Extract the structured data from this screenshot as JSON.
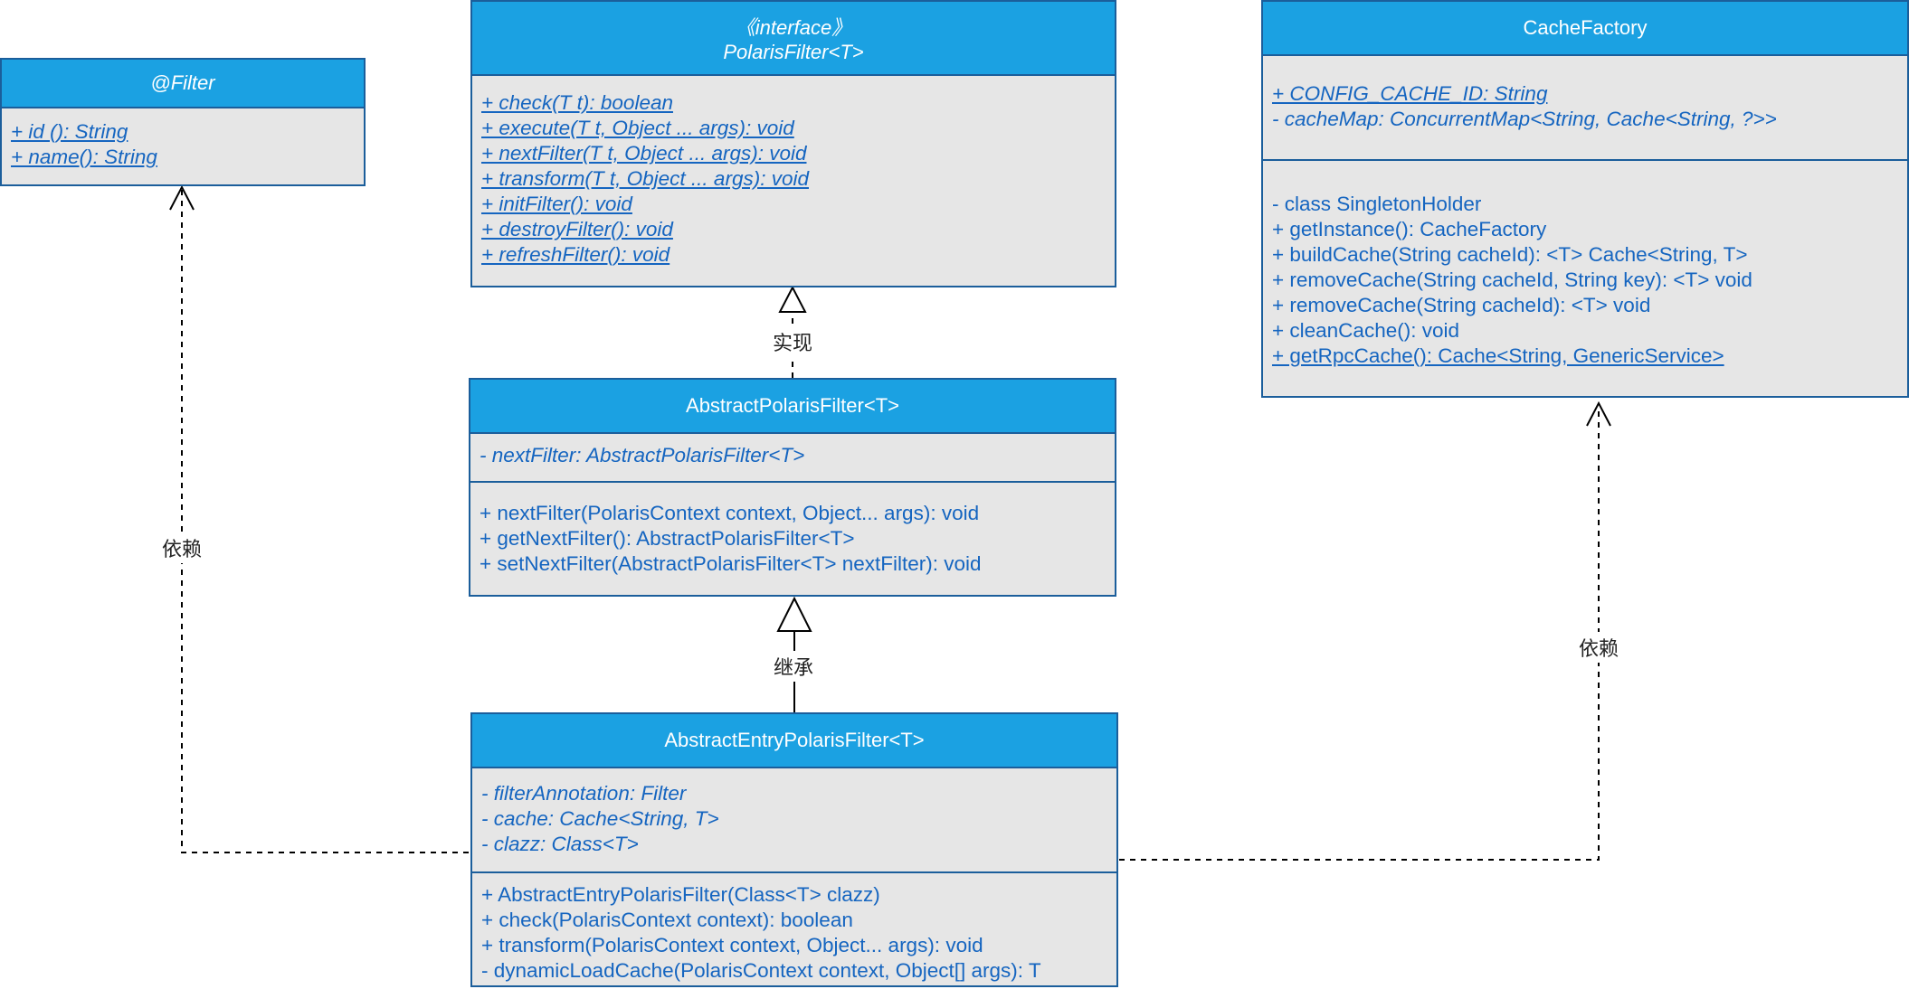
{
  "classes": {
    "filter": {
      "name": "@Filter",
      "methods": [
        "+ id (): String",
        "+ name(): String"
      ]
    },
    "polaris_filter": {
      "stereotype": "《interface》",
      "name": "PolarisFilter<T>",
      "methods": [
        "+ check(T t): boolean",
        "+ execute(T t, Object ... args): void",
        "+ nextFilter(T t, Object ... args): void",
        "+ transform(T t, Object ... args): void",
        "+ initFilter(): void",
        "+ destroyFilter(): void",
        "+ refreshFilter(): void"
      ]
    },
    "cache_factory": {
      "name": "CacheFactory",
      "fields": [
        "+ CONFIG_CACHE_ID: String",
        "- cacheMap: ConcurrentMap<String, Cache<String, ?>>"
      ],
      "methods": [
        "- class SingletonHolder",
        "+ getInstance(): CacheFactory",
        "+ buildCache(String cacheId): <T> Cache<String, T>",
        "+ removeCache(String cacheId, String key): <T> void",
        "+ removeCache(String cacheId): <T> void",
        "+ cleanCache(): void",
        "+ getRpcCache(): Cache<String, GenericService>"
      ]
    },
    "abstract_polaris_filter": {
      "name": "AbstractPolarisFilter<T>",
      "fields": [
        "- nextFilter: AbstractPolarisFilter<T>"
      ],
      "methods": [
        "+ nextFilter(PolarisContext context, Object... args): void",
        "+ getNextFilter(): AbstractPolarisFilter<T>",
        "+ setNextFilter(AbstractPolarisFilter<T> nextFilter): void"
      ]
    },
    "abstract_entry_polaris_filter": {
      "name": "AbstractEntryPolarisFilter<T>",
      "fields": [
        "- filterAnnotation: Filter",
        "- cache: Cache<String, T>",
        "- clazz: Class<T>"
      ],
      "methods": [
        "+ AbstractEntryPolarisFilter(Class<T> clazz)",
        "+ check(PolarisContext context): boolean",
        "+ transform(PolarisContext context, Object... args): void",
        "- dynamicLoadCache(PolarisContext context, Object[] args): T"
      ]
    }
  },
  "edges": {
    "realize": "实现",
    "inherit": "继承",
    "depend_filter": "依赖",
    "depend_cache": "依赖"
  },
  "colors": {
    "header": "#1ba1e2",
    "border": "#1b5e9b",
    "body": "#e6e6e6",
    "member_text": "#1565c0"
  }
}
